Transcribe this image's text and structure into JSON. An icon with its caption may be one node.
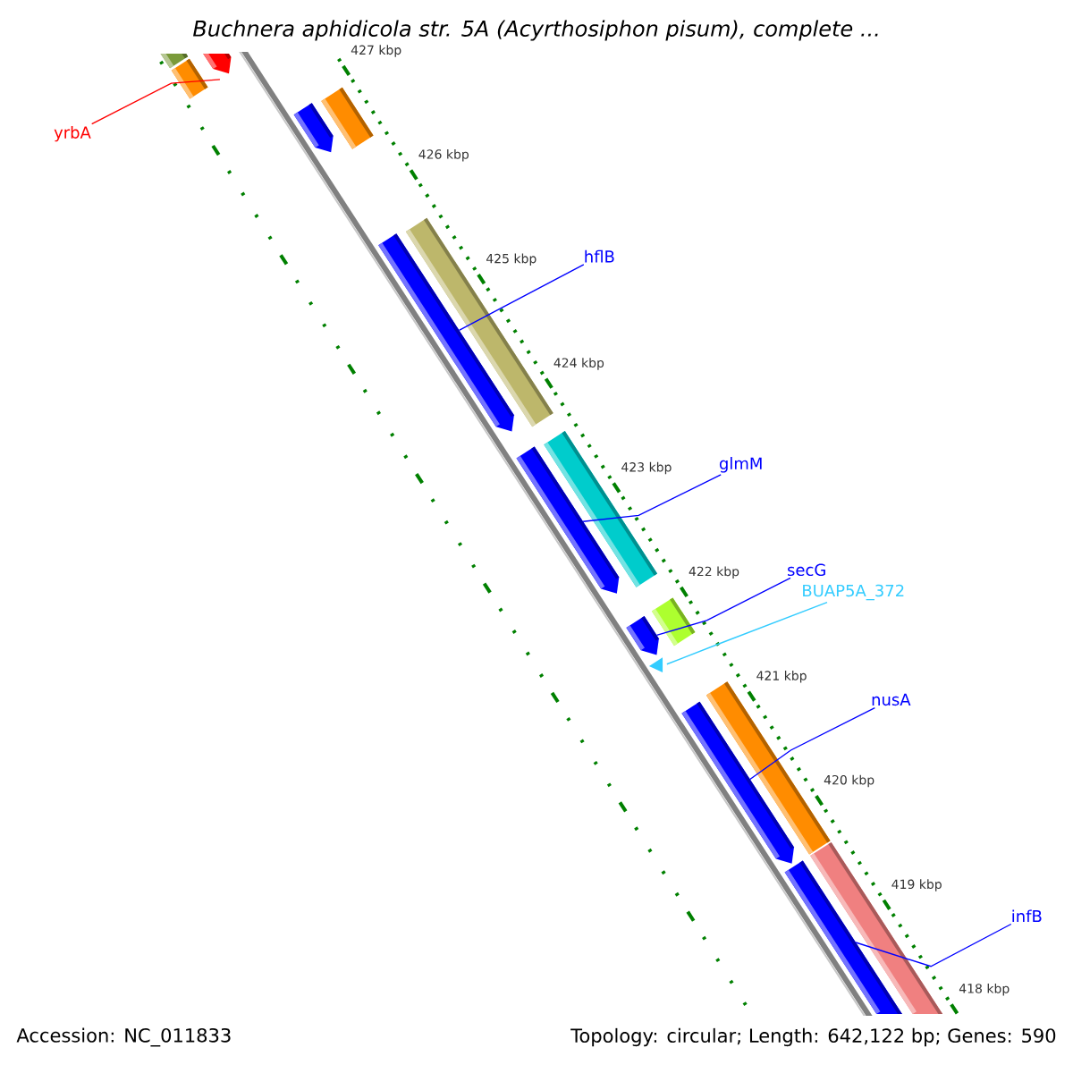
{
  "diagram": {
    "title": "Buchnera aphidicola str. 5A (Acyrthosiphon pisum), complete ...",
    "nodes": [
      {
        "text": [],
        "shape": "bar"
      },
      {
        "text": [],
        "shape": "pentagon"
      },
      {
        "text": [],
        "shape": "bar"
      },
      {
        "text": [
          "yrbA"
        ]
      },
      {
        "text": [],
        "shape": "pentagon"
      },
      {
        "text": [],
        "shape": "bar"
      },
      {
        "text": [],
        "shape": "pentagon"
      },
      {
        "text": [],
        "shape": "bar"
      },
      {
        "text": [
          "hflB"
        ]
      },
      {
        "text": [
          "glmM"
        ]
      },
      {
        "text": [],
        "shape": "pentagon"
      },
      {
        "text": [],
        "shape": "bar"
      },
      {
        "text": [
          "secG"
        ]
      },
      {
        "text": [
          "BUAP5A_372"
        ]
      },
      {
        "text": [],
        "shape": "pentagon"
      },
      {
        "text": [],
        "shape": "bar"
      },
      {
        "text": [],
        "shape": "triangle"
      },
      {
        "text": [
          "nusA"
        ]
      },
      {
        "text": [],
        "shape": "bar"
      },
      {
        "text": [],
        "shape": "pentagon"
      },
      {
        "text": [
          "infB"
        ]
      },
      {
        "text": [],
        "shape": "bar"
      },
      {
        "text": [],
        "shape": "bar"
      }
    ],
    "edges": [
      {
        "from": 3,
        "to": 1,
        "arrow": "none",
        "color": "#ff0000"
      },
      {
        "from": 8,
        "to": 6,
        "arrow": "none"
      },
      {
        "from": 9,
        "to": 10,
        "arrow": "none"
      },
      {
        "from": 12,
        "to": 14,
        "arrow": "none"
      },
      {
        "from": 13,
        "to": 16,
        "arrow": "none",
        "color": "#33ccff"
      },
      {
        "from": 17,
        "to": 19,
        "arrow": "none"
      },
      {
        "from": 20,
        "to": 21,
        "arrow": "none"
      }
    ],
    "labels": [
      "427 kbp",
      "426 kbp",
      "425 kbp",
      "424 kbp",
      "423 kbp",
      "422 kbp",
      "421 kbp",
      "420 kbp",
      "419 kbp",
      "418 kbp",
      "Accession: NC_011833",
      "Topology: circular; Length: 642,122 bp; Genes: 590"
    ]
  }
}
